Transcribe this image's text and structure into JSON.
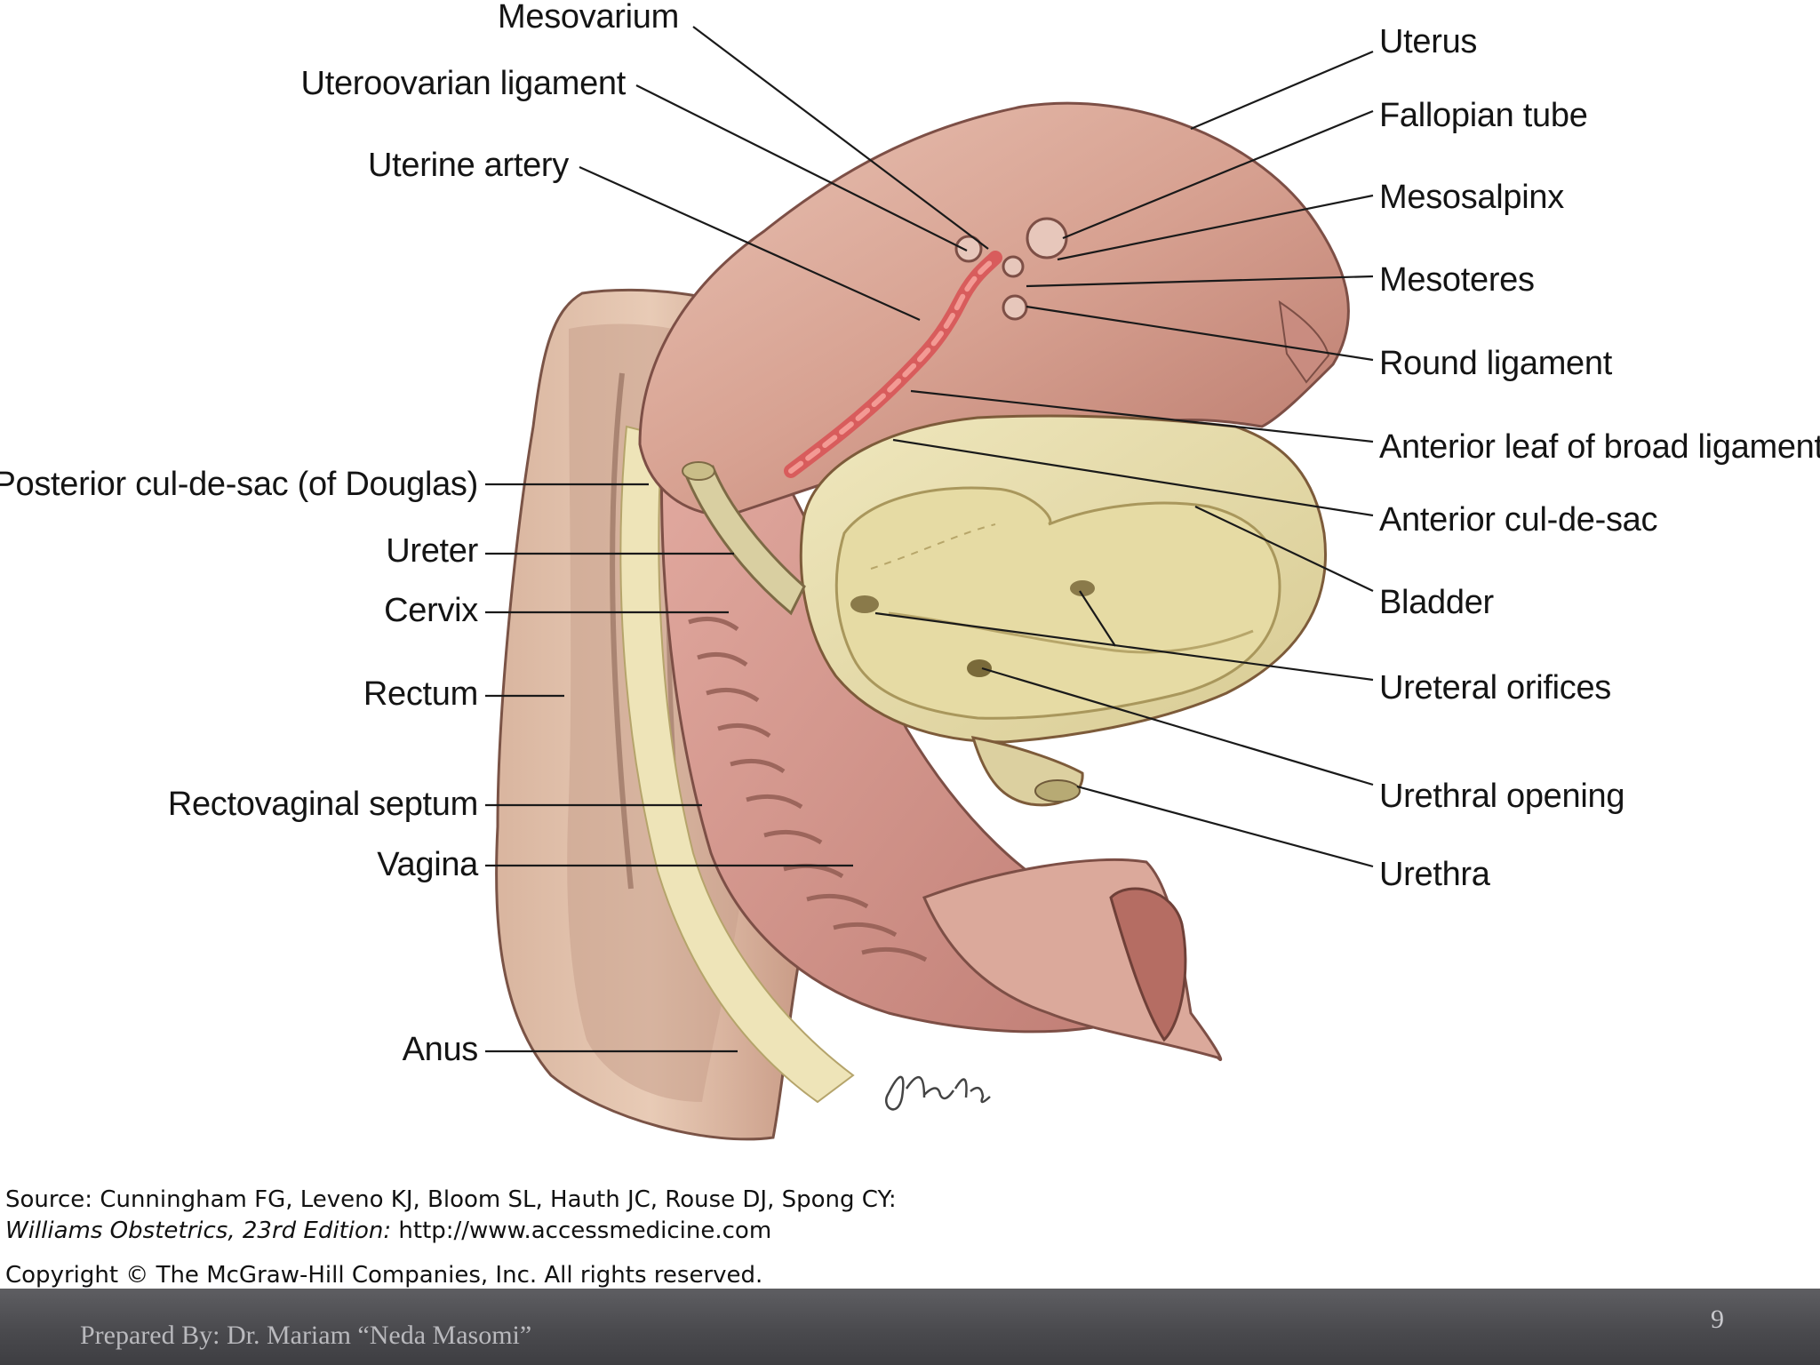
{
  "labels_left": [
    "Mesovarium",
    "Uteroovarian ligament",
    "Uterine artery",
    "Posterior cul-de-sac (of Douglas)",
    "Ureter",
    "Cervix",
    "Rectum",
    "Rectovaginal septum",
    "Vagina",
    "Anus"
  ],
  "labels_right": [
    "Uterus",
    "Fallopian tube",
    "Mesosalpinx",
    "Mesoteres",
    "Round ligament",
    "Anterior leaf of broad ligament",
    "Anterior cul-de-sac",
    "Bladder",
    "Ureteral orifices",
    "Urethral opening",
    "Urethra"
  ],
  "signature": "J. Halsey",
  "source": {
    "line1": "Source: Cunningham FG, Leveno KJ, Bloom SL, Hauth JC, Rouse DJ, Spong CY:",
    "line2_italic": "Williams Obstetrics, 23rd Edition:",
    "line2_url": "http://www.accessmedicine.com",
    "copyright": "Copyright © The McGraw-Hill Companies, Inc. All rights reserved."
  },
  "footer": {
    "prepared_by": "Prepared By: Dr. Mariam “Neda Masomi”",
    "page_number": "9"
  }
}
